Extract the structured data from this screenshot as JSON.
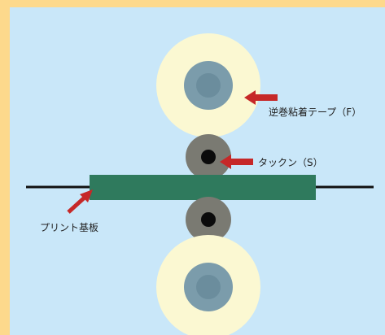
{
  "labels": {
    "tape": "逆巻粘着テープ（F）",
    "tack_roll": "タックン（S）",
    "pcb": "プリント基板"
  },
  "colors": {
    "outer_frame": "#fdd98c",
    "background": "#c9e7f9",
    "tape_roll": "#fbf8d2",
    "tape_core": "#7b9cab",
    "tape_core_inner": "#6b8d9d",
    "tack_roll": "#7a7a72",
    "board": "#2f7a5d",
    "conveyor_line": "#111111",
    "arrow": "#c62828"
  }
}
